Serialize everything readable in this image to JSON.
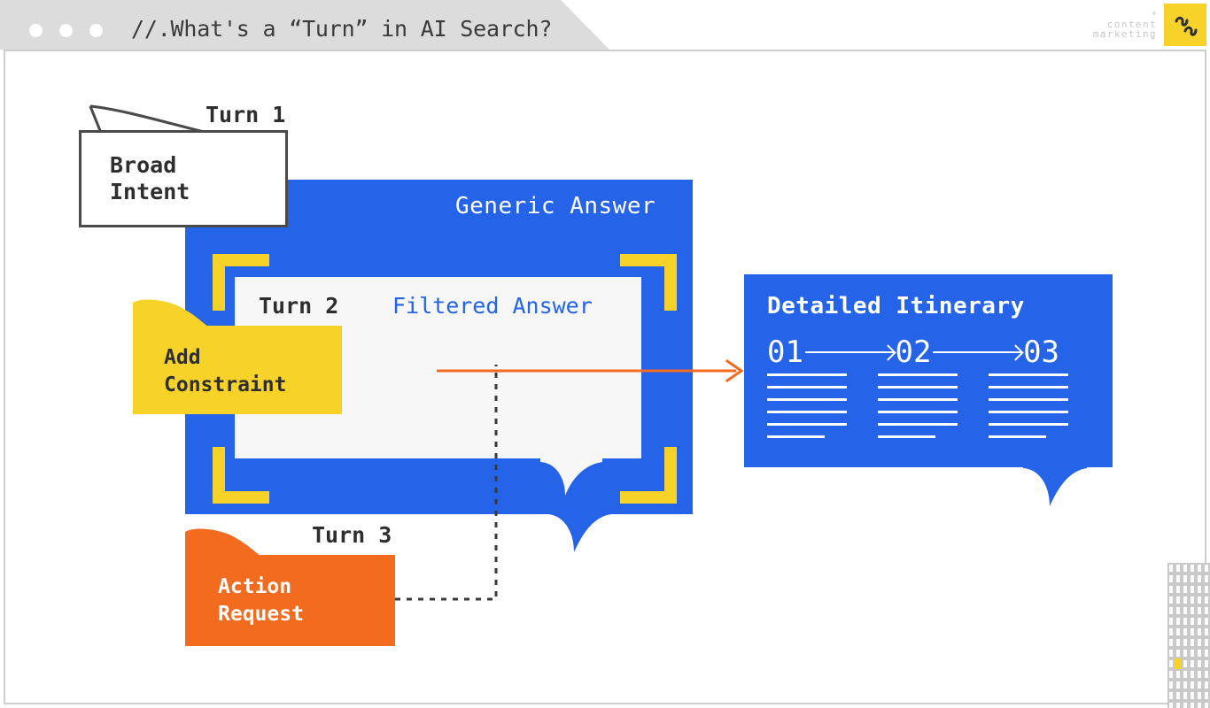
{
  "window": {
    "title": "//.What's a “Turn” in AI Search?",
    "dots": [
      "close-dot",
      "minimize-dot",
      "maximize-dot"
    ]
  },
  "logo": {
    "plus": "+",
    "line1": "content",
    "line2": "marketing",
    "mark_icon": "flourish-mark-icon",
    "mark_color": "#F7D32A"
  },
  "diagram": {
    "turn1": {
      "label": "Turn 1",
      "bubble_line1": "Broad",
      "bubble_line2": "Intent",
      "bubble_fill": "#FFFFFF",
      "bubble_stroke": "#4A4A4A"
    },
    "turn2": {
      "label": "Turn 2",
      "bubble_line1": "Add",
      "bubble_line2": "Constraint",
      "bubble_fill": "#F7D32A"
    },
    "turn3": {
      "label": "Turn 3",
      "bubble_line1": "Action",
      "bubble_line2": "Request",
      "bubble_fill": "#F26B1F"
    },
    "generic_answer": {
      "label": "Generic Answer",
      "fill": "#2563E8"
    },
    "filtered_answer": {
      "label": "Filtered Answer",
      "fill": "#F7F7F7",
      "text_color": "#2563E8"
    },
    "brackets_color": "#F7D32A",
    "result": {
      "title": "Detailed Itinerary",
      "fill": "#2563E8",
      "steps": [
        "01",
        "02",
        "03"
      ],
      "placeholder_lines_per_column": 6
    },
    "connectors": {
      "arrow_color": "#F26B1F",
      "dashed_color": "#3A3A3A"
    }
  },
  "decoration": {
    "grid_cell_color": "#C9C9C9",
    "grid_highlight_color": "#F7D32A",
    "grid_columns": 6,
    "grid_rows": 14,
    "highlight_row": 9,
    "highlight_col": 1
  }
}
